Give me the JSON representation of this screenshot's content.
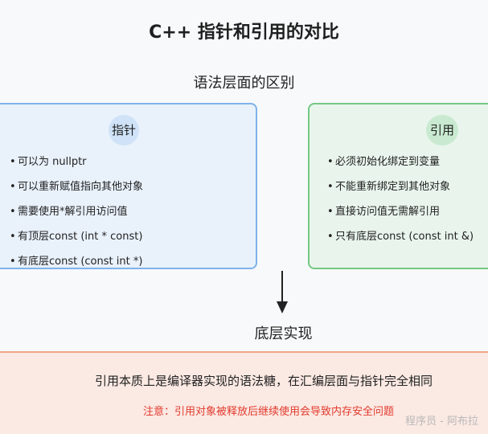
{
  "title": "C++ 指针和引用的对比",
  "syntax_label": "语法层面的区别",
  "pointer_panel": {
    "title": "指针",
    "items": [
      "可以为 nullptr",
      "可以重新赋值指向其他对象",
      "需要使用*解引用访问值",
      "有顶层const (int * const)",
      "有底层const (const int *)"
    ]
  },
  "reference_panel": {
    "title": "引用",
    "items": [
      "必须初始化绑定到变量",
      "不能重新绑定到其他对象",
      "直接访问值无需解引用",
      "只有底层const (const int &)"
    ]
  },
  "bottom_label": "底层实现",
  "summary": "引用本质上是编译器实现的语法糖，在汇编层面与指针完全相同",
  "warning": "注意：引用对象被释放后继续使用会导致内存安全问题",
  "watermark": "程序员 - 阿布拉",
  "colors": {
    "pointer_border": "#7eb3ea",
    "pointer_fill": "#e9f1fb",
    "reference_border": "#74c884",
    "reference_fill": "#e9f5ec",
    "band_fill": "#fbe9e3",
    "band_border": "#f0a487",
    "warning_text": "#e23a2d"
  }
}
